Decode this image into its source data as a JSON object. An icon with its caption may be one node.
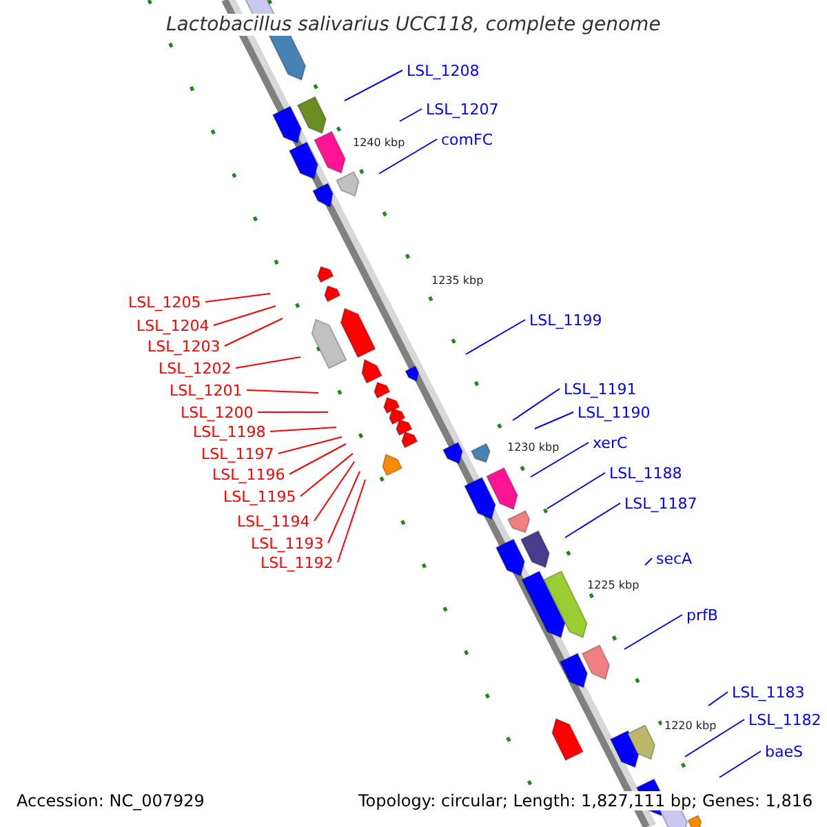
{
  "diagram": {
    "title": "Lactobacillus salivarius UCC118, complete genome",
    "nodes": [
      {
        "text": [
          "LSL_1208"
        ]
      },
      {
        "text": [
          "LSL_1207"
        ]
      },
      {
        "text": [
          "comFC"
        ]
      },
      {
        "text": [
          "LSL_1199"
        ]
      },
      {
        "text": [
          "LSL_1191"
        ]
      },
      {
        "text": [
          "LSL_1190"
        ]
      },
      {
        "text": [
          "xerC"
        ]
      },
      {
        "text": [
          "LSL_1188"
        ]
      },
      {
        "text": [
          "LSL_1187"
        ]
      },
      {
        "text": [
          "secA"
        ]
      },
      {
        "text": [
          "prfB"
        ]
      },
      {
        "text": [
          "LSL_1183"
        ]
      },
      {
        "text": [
          "LSL_1182"
        ]
      },
      {
        "text": [
          "baeS"
        ]
      },
      {
        "text": [
          "LSL_1205"
        ]
      },
      {
        "text": [
          "LSL_1204"
        ]
      },
      {
        "text": [
          "LSL_1203"
        ]
      },
      {
        "text": [
          "LSL_1202"
        ]
      },
      {
        "text": [
          "LSL_1201"
        ]
      },
      {
        "text": [
          "LSL_1200"
        ]
      },
      {
        "text": [
          "LSL_1198"
        ]
      },
      {
        "text": [
          "LSL_1197"
        ]
      },
      {
        "text": [
          "LSL_1196"
        ]
      },
      {
        "text": [
          "LSL_1195"
        ]
      },
      {
        "text": [
          "LSL_1194"
        ]
      },
      {
        "text": [
          "LSL_1193"
        ]
      },
      {
        "text": [
          "LSL_1192"
        ]
      }
    ],
    "edges": [
      {
        "from": 0,
        "to": null,
        "arrow": "none"
      },
      {
        "from": 1,
        "to": null,
        "arrow": "none"
      },
      {
        "from": 2,
        "to": null,
        "arrow": "none"
      },
      {
        "from": 3,
        "to": null,
        "arrow": "none"
      },
      {
        "from": 4,
        "to": null,
        "arrow": "none"
      },
      {
        "from": 5,
        "to": null,
        "arrow": "none"
      },
      {
        "from": 6,
        "to": null,
        "arrow": "none"
      },
      {
        "from": 7,
        "to": null,
        "arrow": "none"
      },
      {
        "from": 8,
        "to": null,
        "arrow": "none"
      },
      {
        "from": 9,
        "to": null,
        "arrow": "none"
      },
      {
        "from": 10,
        "to": null,
        "arrow": "none"
      },
      {
        "from": 11,
        "to": null,
        "arrow": "none"
      },
      {
        "from": 12,
        "to": null,
        "arrow": "none"
      },
      {
        "from": 13,
        "to": null,
        "arrow": "none"
      },
      {
        "from": 14,
        "to": null,
        "arrow": "none",
        "color": "#ff0000"
      },
      {
        "from": 15,
        "to": null,
        "arrow": "none",
        "color": "#ff0000"
      },
      {
        "from": 16,
        "to": null,
        "arrow": "none",
        "color": "#ff0000"
      },
      {
        "from": 17,
        "to": null,
        "arrow": "none",
        "color": "#ff0000"
      },
      {
        "from": 18,
        "to": null,
        "arrow": "none",
        "color": "#ff0000"
      },
      {
        "from": 19,
        "to": null,
        "arrow": "none",
        "color": "#ff0000"
      },
      {
        "from": 20,
        "to": null,
        "arrow": "none",
        "color": "#ff0000"
      },
      {
        "from": 21,
        "to": null,
        "arrow": "none",
        "color": "#ff0000"
      },
      {
        "from": 22,
        "to": null,
        "arrow": "none",
        "color": "#ff0000"
      },
      {
        "from": 23,
        "to": null,
        "arrow": "none",
        "color": "#ff0000"
      },
      {
        "from": 24,
        "to": null,
        "arrow": "none",
        "color": "#ff0000"
      },
      {
        "from": 25,
        "to": null,
        "arrow": "none",
        "color": "#ff0000"
      },
      {
        "from": 26,
        "to": null,
        "arrow": "none",
        "color": "#ff0000"
      }
    ],
    "labels": [
      "1240 kbp",
      "1235 kbp",
      "1230 kbp",
      "1225 kbp",
      "1220 kbp",
      "Accession: NC_007929",
      "Topology: circular; Length: 1,827,111 bp; Genes: 1,816"
    ]
  }
}
